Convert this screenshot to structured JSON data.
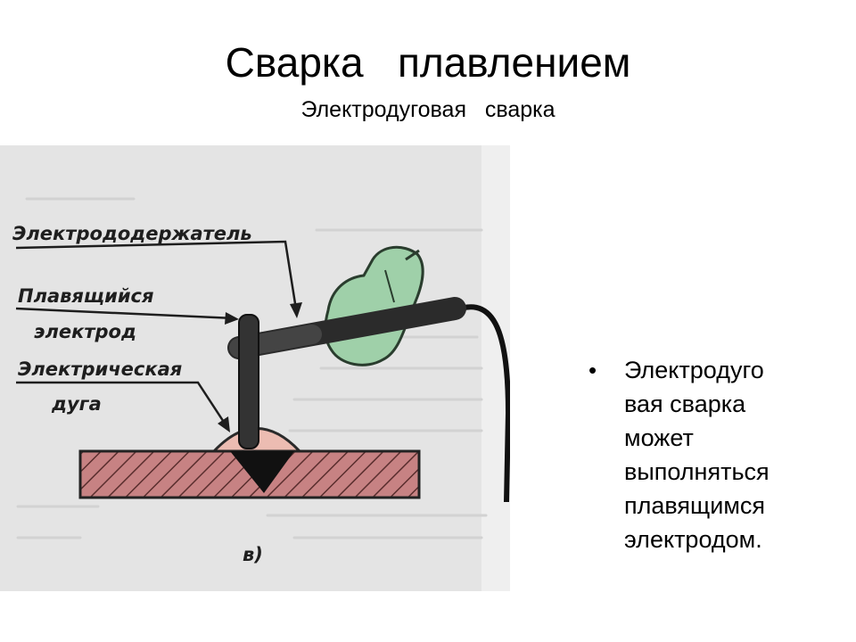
{
  "slide": {
    "title": "Сварка   плавлением",
    "subtitle": "Электродуговая   сварка"
  },
  "figure": {
    "labels": {
      "holder": "Электрододержатель",
      "melting_line1": "Плавящийся",
      "melting_line2": "электрод",
      "arc_line1": "Электрическая",
      "arc_line2": "дуга"
    },
    "caption": "в)",
    "colors": {
      "paper": "#e4e4e4",
      "hand": "#9fd0a9",
      "arc_glow": "#ecbcb2",
      "metal": "#c78283",
      "electrode": "#333333"
    }
  },
  "bullets": [
    {
      "mark": "•",
      "text": "Электродуго\nвая  сварка\nможет\nвыполняться\nплавящимся\nэлектродом."
    }
  ]
}
